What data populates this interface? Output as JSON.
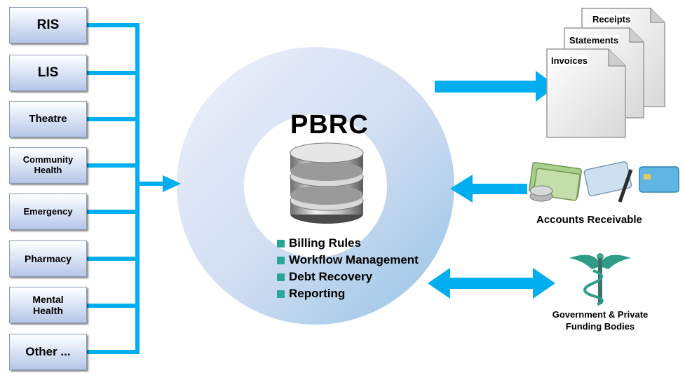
{
  "sources": [
    {
      "label": "RIS"
    },
    {
      "label": "LIS"
    },
    {
      "label": "Theatre"
    },
    {
      "label": "Community Health"
    },
    {
      "label": "Emergency"
    },
    {
      "label": "Pharmacy"
    },
    {
      "label": "Mental Health"
    },
    {
      "label": "Other ..."
    }
  ],
  "center": {
    "title": "PBRC",
    "features": [
      "Billing Rules",
      "Workflow Management",
      "Debt Recovery",
      "Reporting"
    ]
  },
  "documents": {
    "receipts": "Receipts",
    "statements": "Statements",
    "invoices": "Invoices"
  },
  "accounts": {
    "label": "Accounts Receivable"
  },
  "funding": {
    "label": "Government & Private Funding Bodies"
  },
  "colors": {
    "connector": "#00aeef",
    "ring_light": "#e9eef9",
    "ring_dark": "#9fc7e8",
    "bullet": "#2aa59b"
  }
}
